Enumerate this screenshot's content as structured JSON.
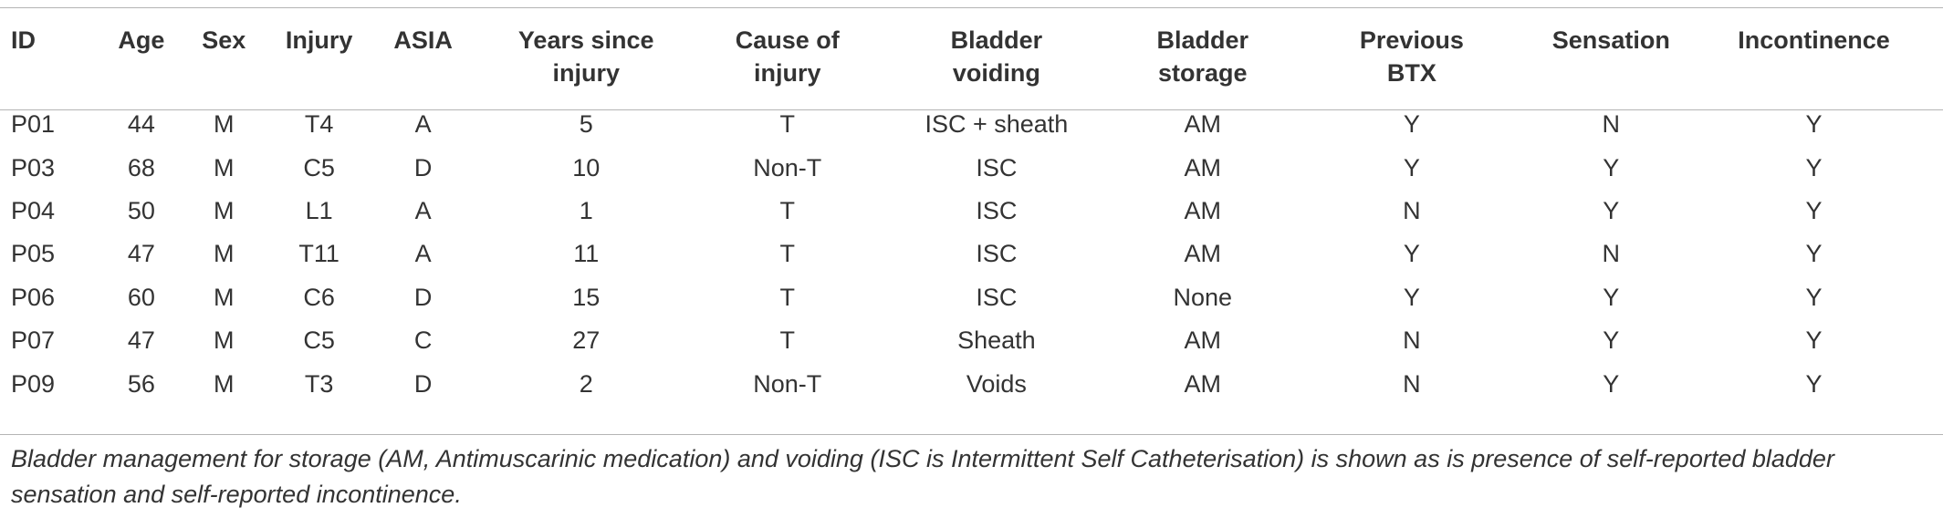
{
  "table": {
    "headers": [
      "ID",
      "Age",
      "Sex",
      "Injury",
      "ASIA",
      "Years since injury",
      "Cause of injury",
      "Bladder voiding",
      "Bladder storage",
      "Previous BTX",
      "Sensation",
      "Incontinence"
    ],
    "header_lines": [
      [
        "ID",
        ""
      ],
      [
        "Age",
        ""
      ],
      [
        "Sex",
        ""
      ],
      [
        "Injury",
        ""
      ],
      [
        "ASIA",
        ""
      ],
      [
        "Years since",
        "injury"
      ],
      [
        "Cause of",
        "injury"
      ],
      [
        "Bladder",
        "voiding"
      ],
      [
        "Bladder",
        "storage"
      ],
      [
        "Previous",
        "BTX"
      ],
      [
        "Sensation",
        ""
      ],
      [
        "Incontinence",
        ""
      ]
    ],
    "rows": [
      [
        "P01",
        "44",
        "M",
        "T4",
        "A",
        "5",
        "T",
        "ISC + sheath",
        "AM",
        "Y",
        "N",
        "Y"
      ],
      [
        "P03",
        "68",
        "M",
        "C5",
        "D",
        "10",
        "Non-T",
        "ISC",
        "AM",
        "Y",
        "Y",
        "Y"
      ],
      [
        "P04",
        "50",
        "M",
        "L1",
        "A",
        "1",
        "T",
        "ISC",
        "AM",
        "N",
        "Y",
        "Y"
      ],
      [
        "P05",
        "47",
        "M",
        "T11",
        "A",
        "11",
        "T",
        "ISC",
        "AM",
        "Y",
        "N",
        "Y"
      ],
      [
        "P06",
        "60",
        "M",
        "C6",
        "D",
        "15",
        "T",
        "ISC",
        "None",
        "Y",
        "Y",
        "Y"
      ],
      [
        "P07",
        "47",
        "M",
        "C5",
        "C",
        "27",
        "T",
        "Sheath",
        "AM",
        "N",
        "Y",
        "Y"
      ],
      [
        "P09",
        "56",
        "M",
        "T3",
        "D",
        "2",
        "Non-T",
        "Voids",
        "AM",
        "N",
        "Y",
        "Y"
      ]
    ]
  },
  "caption": "Bladder management for storage (AM, Antimuscarinic medication) and voiding (ISC is Intermittent Self Catheterisation) is shown as is presence of self-reported bladder sensation and self-reported incontinence.",
  "colors": {
    "text": "#333333",
    "rule": "#b4b4b4",
    "background": "#ffffff"
  }
}
